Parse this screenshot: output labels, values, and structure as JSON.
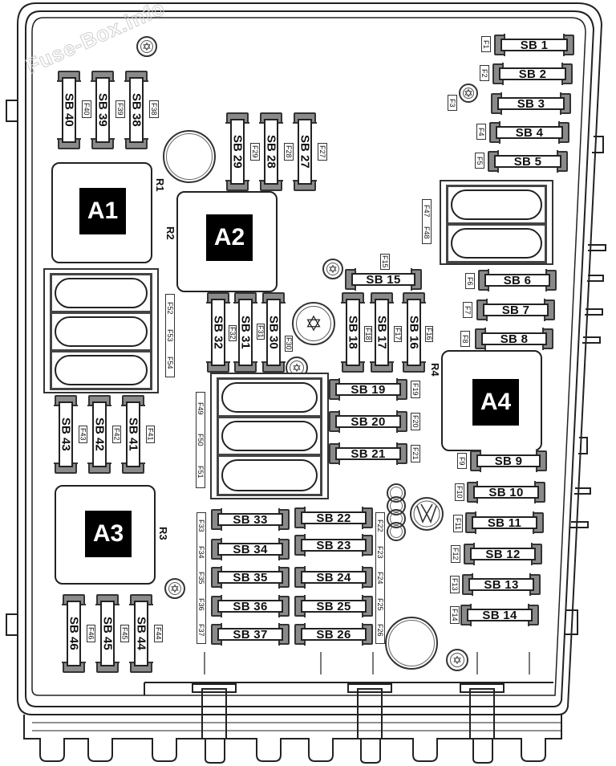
{
  "watermark": "Fuse-Box.info",
  "relays": [
    {
      "id": "A1",
      "label": "R1",
      "badge": "A1"
    },
    {
      "id": "A2",
      "label": "R2",
      "badge": "A2"
    },
    {
      "id": "A3",
      "label": "R3",
      "badge": "A3"
    },
    {
      "id": "A4",
      "label": "R4",
      "badge": "A4"
    }
  ],
  "fuses": {
    "sb1": "SB 1",
    "sb2": "SB 2",
    "sb3": "SB 3",
    "sb4": "SB 4",
    "sb5": "SB 5",
    "sb6": "SB 6",
    "sb7": "SB 7",
    "sb8": "SB 8",
    "sb9": "SB 9",
    "sb10": "SB 10",
    "sb11": "SB 11",
    "sb12": "SB 12",
    "sb13": "SB 13",
    "sb14": "SB 14",
    "sb15": "SB 15",
    "sb16": "SB 16",
    "sb17": "SB 17",
    "sb18": "SB 18",
    "sb19": "SB 19",
    "sb20": "SB 20",
    "sb21": "SB 21",
    "sb22": "SB 22",
    "sb23": "SB 23",
    "sb24": "SB 24",
    "sb25": "SB 25",
    "sb26": "SB 26",
    "sb27": "SB 27",
    "sb28": "SB 28",
    "sb29": "SB 29",
    "sb30": "SB 30",
    "sb31": "SB 31",
    "sb32": "SB 32",
    "sb33": "SB 33",
    "sb34": "SB 34",
    "sb35": "SB 35",
    "sb36": "SB 36",
    "sb37": "SB 37",
    "sb38": "SB 38",
    "sb39": "SB 39",
    "sb40": "SB 40",
    "sb41": "SB 41",
    "sb42": "SB 42",
    "sb43": "SB 43",
    "sb44": "SB 44",
    "sb45": "SB 45",
    "sb46": "SB 46"
  },
  "tags": {
    "f1": "F1",
    "f2": "F2",
    "f3": "F3",
    "f4": "F4",
    "f5": "F5",
    "f6": "F6",
    "f7": "F7",
    "f8": "F8",
    "f9": "F9",
    "f10": "F10",
    "f11": "F11",
    "f12": "F12",
    "f13": "F13",
    "f14": "F14",
    "f15": "F15",
    "f16": "F16",
    "f17": "F17",
    "f18": "F18",
    "f19": "F19",
    "f20": "F20",
    "f21": "F21",
    "f22": "F22",
    "f23": "F23",
    "f24": "F24",
    "f25": "F25",
    "f26": "F26",
    "f27": "F27",
    "f28": "F28",
    "f29": "F29",
    "f30": "F30",
    "f31": "F31",
    "f32": "F32",
    "f33": "F33",
    "f34": "F34",
    "f35": "F35",
    "f36": "F36",
    "f37": "F37",
    "f38": "F38",
    "f39": "F39",
    "f40": "F40",
    "f41": "F41",
    "f42": "F42",
    "f43": "F43",
    "f44": "F44",
    "f45": "F45",
    "f46": "F46",
    "f47": "F47",
    "f48": "F48",
    "f49": "F49",
    "f50": "F50",
    "f51": "F51",
    "f52": "F52",
    "f53": "F53",
    "f54": "F54"
  },
  "screw_glyph": "✡",
  "colors": {
    "outline": "#222222",
    "fuse_body": "#8a8a8a",
    "badge_bg": "#000000",
    "badge_text": "#ffffff"
  }
}
